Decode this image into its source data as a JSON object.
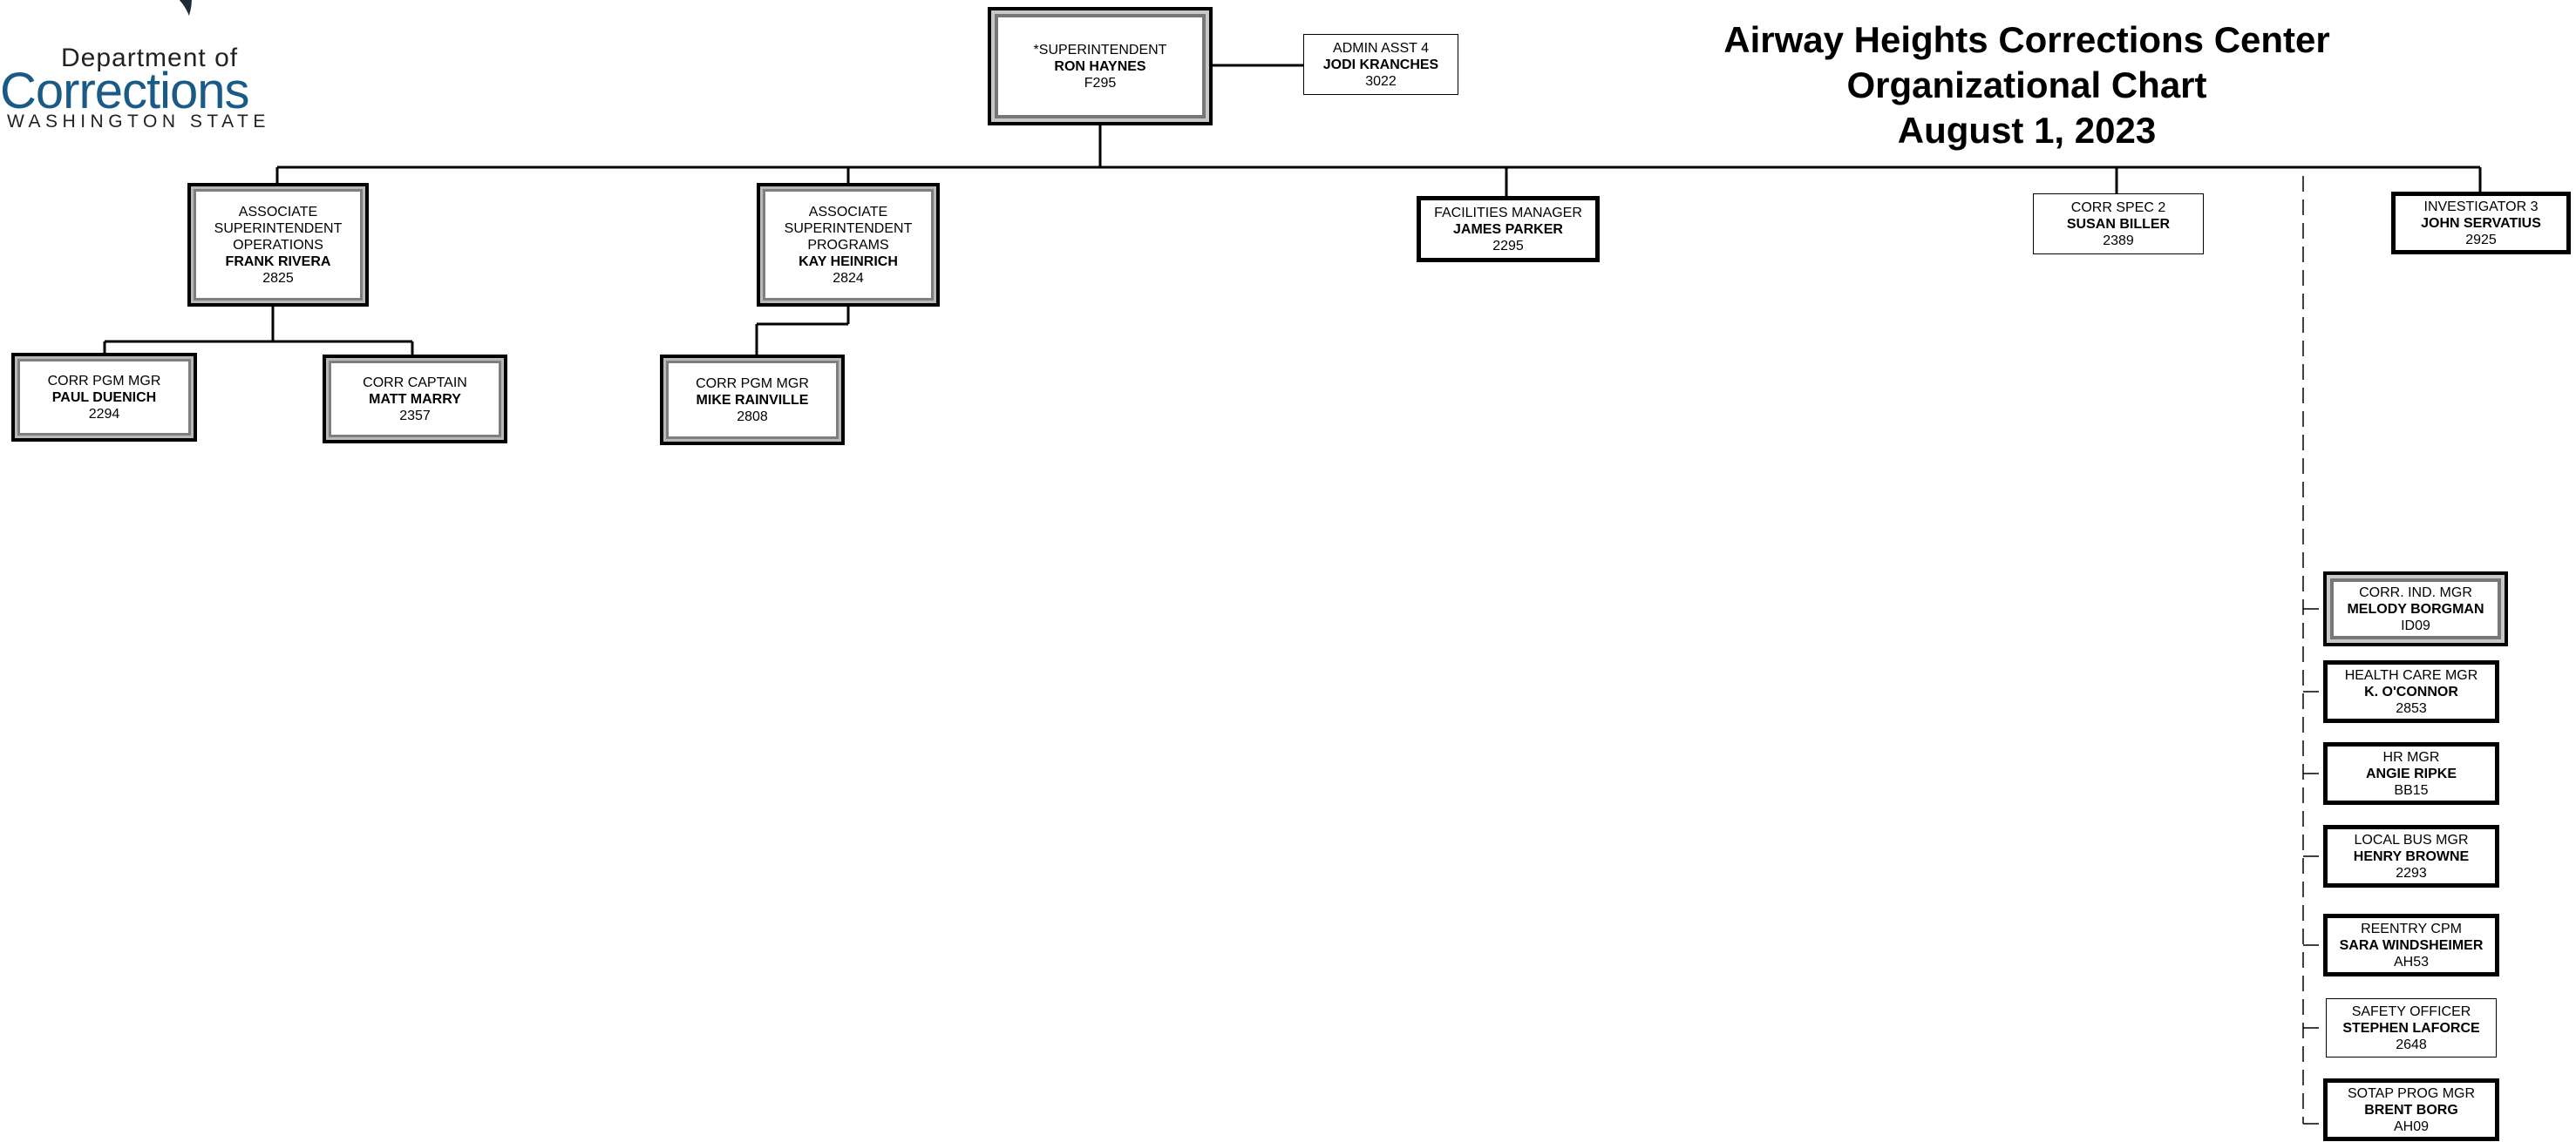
{
  "title": {
    "line1": "Airway Heights Corrections Center",
    "line2": "Organizational Chart",
    "line3": "August 1, 2023"
  },
  "logo": {
    "dept": "Department of",
    "name": "Corrections",
    "state": "WASHINGTON STATE"
  },
  "superintendent": {
    "title": "*SUPERINTENDENT",
    "name": "RON HAYNES",
    "code": "F295"
  },
  "admin_asst": {
    "title": "ADMIN ASST 4",
    "name": "JODI KRANCHES",
    "code": "3022"
  },
  "assoc_ops": {
    "title1": "ASSOCIATE",
    "title2": "SUPERINTENDENT",
    "title3": "OPERATIONS",
    "name": "FRANK RIVERA",
    "code": "2825"
  },
  "assoc_prog": {
    "title1": "ASSOCIATE",
    "title2": "SUPERINTENDENT",
    "title3": "PROGRAMS",
    "name": "KAY HEINRICH",
    "code": "2824"
  },
  "facilities": {
    "title": "FACILITIES MANAGER",
    "name": "JAMES PARKER",
    "code": "2295"
  },
  "corr_spec": {
    "title": "CORR SPEC 2",
    "name": "SUSAN BILLER",
    "code": "2389"
  },
  "investigator": {
    "title": "INVESTIGATOR 3",
    "name": "JOHN SERVATIUS",
    "code": "2925"
  },
  "pgm_mgr_ops": {
    "title": "CORR PGM MGR",
    "name": "PAUL DUENICH",
    "code": "2294"
  },
  "captain": {
    "title": "CORR CAPTAIN",
    "name": "MATT MARRY",
    "code": "2357"
  },
  "pgm_mgr_prog": {
    "title": "CORR PGM MGR",
    "name": "MIKE RAINVILLE",
    "code": "2808"
  },
  "staff": [
    {
      "title": "CORR. IND. MGR",
      "name": "MELODY BORGMAN",
      "code": "ID09"
    },
    {
      "title": "HEALTH CARE MGR",
      "name": "K. O'CONNOR",
      "code": "2853"
    },
    {
      "title": "HR MGR",
      "name": "ANGIE RIPKE",
      "code": "BB15"
    },
    {
      "title": "LOCAL BUS MGR",
      "name": "HENRY BROWNE",
      "code": "2293"
    },
    {
      "title": "REENTRY CPM",
      "name": "SARA WINDSHEIMER",
      "code": "AH53"
    },
    {
      "title": "SAFETY OFFICER",
      "name": "STEPHEN LAFORCE",
      "code": "2648"
    },
    {
      "title": "SOTAP PROG MGR",
      "name": "BRENT BORG",
      "code": "AH09"
    }
  ]
}
